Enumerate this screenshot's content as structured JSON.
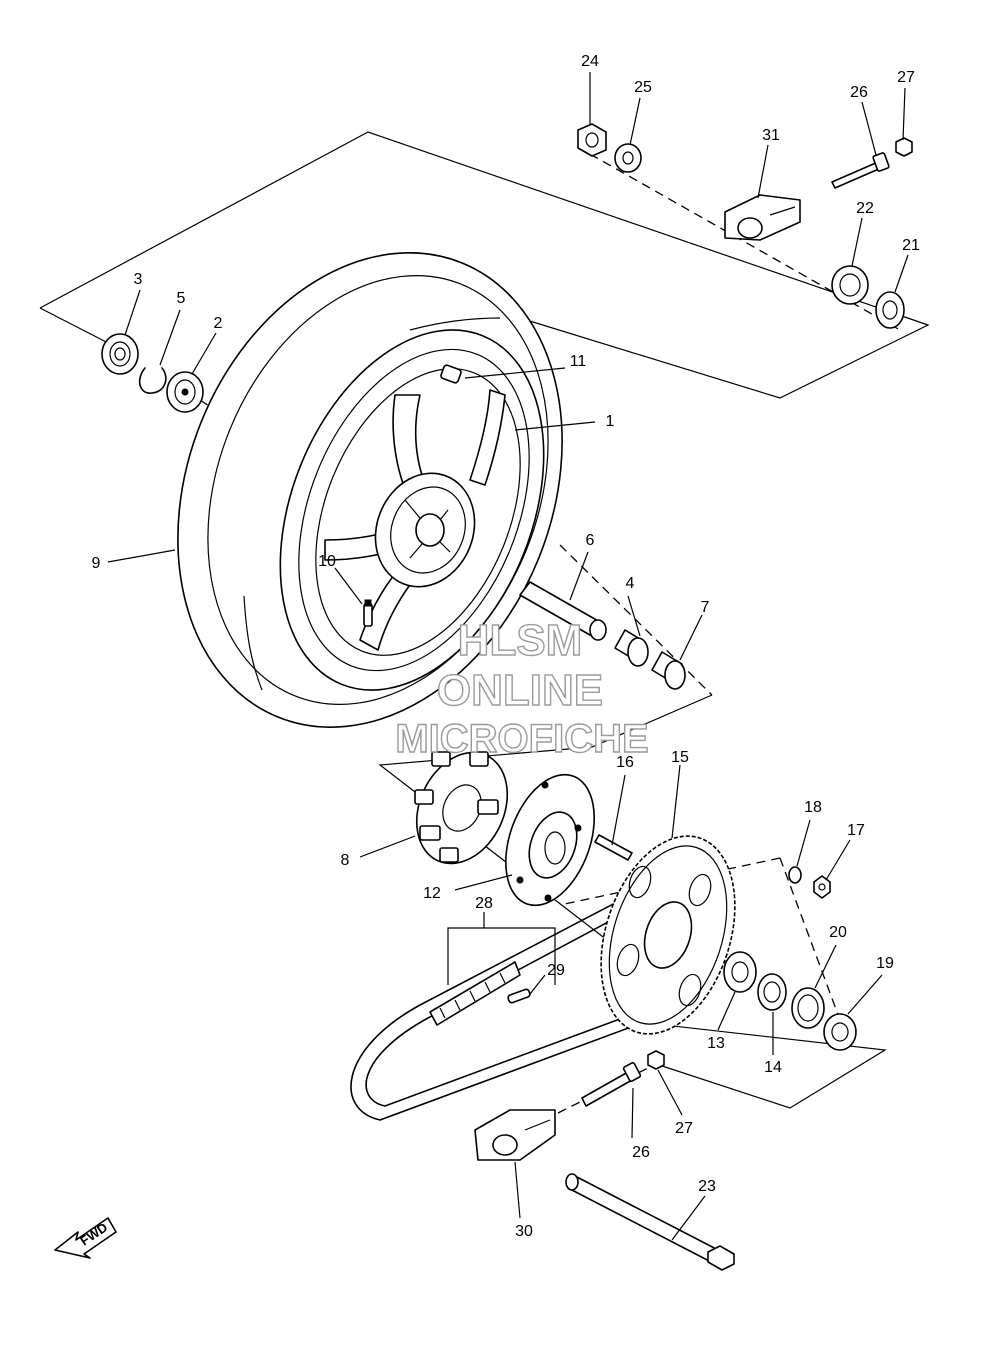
{
  "diagram": {
    "labels": [
      {
        "id": "p1",
        "text": "1"
      },
      {
        "id": "p2",
        "text": "2"
      },
      {
        "id": "p3",
        "text": "3"
      },
      {
        "id": "p4",
        "text": "4"
      },
      {
        "id": "p5",
        "text": "5"
      },
      {
        "id": "p6",
        "text": "6"
      },
      {
        "id": "p7",
        "text": "7"
      },
      {
        "id": "p8",
        "text": "8"
      },
      {
        "id": "p9",
        "text": "9"
      },
      {
        "id": "p10",
        "text": "10"
      },
      {
        "id": "p11",
        "text": "11"
      },
      {
        "id": "p12",
        "text": "12"
      },
      {
        "id": "p13",
        "text": "13"
      },
      {
        "id": "p14",
        "text": "14"
      },
      {
        "id": "p15",
        "text": "15"
      },
      {
        "id": "p16",
        "text": "16"
      },
      {
        "id": "p17",
        "text": "17"
      },
      {
        "id": "p18",
        "text": "18"
      },
      {
        "id": "p19",
        "text": "19"
      },
      {
        "id": "p20",
        "text": "20"
      },
      {
        "id": "p21",
        "text": "21"
      },
      {
        "id": "p22",
        "text": "22"
      },
      {
        "id": "p23",
        "text": "23"
      },
      {
        "id": "p24",
        "text": "24"
      },
      {
        "id": "p25",
        "text": "25"
      },
      {
        "id": "p26a",
        "text": "26"
      },
      {
        "id": "p26b",
        "text": "26"
      },
      {
        "id": "p27a",
        "text": "27"
      },
      {
        "id": "p27b",
        "text": "27"
      },
      {
        "id": "p28",
        "text": "28"
      },
      {
        "id": "p29",
        "text": "29"
      },
      {
        "id": "p30",
        "text": "30"
      },
      {
        "id": "p31",
        "text": "31"
      }
    ],
    "watermark": [
      "HLSM",
      "ONLINE",
      "MICROFICHE"
    ],
    "fwd_arrow": "FWD"
  }
}
